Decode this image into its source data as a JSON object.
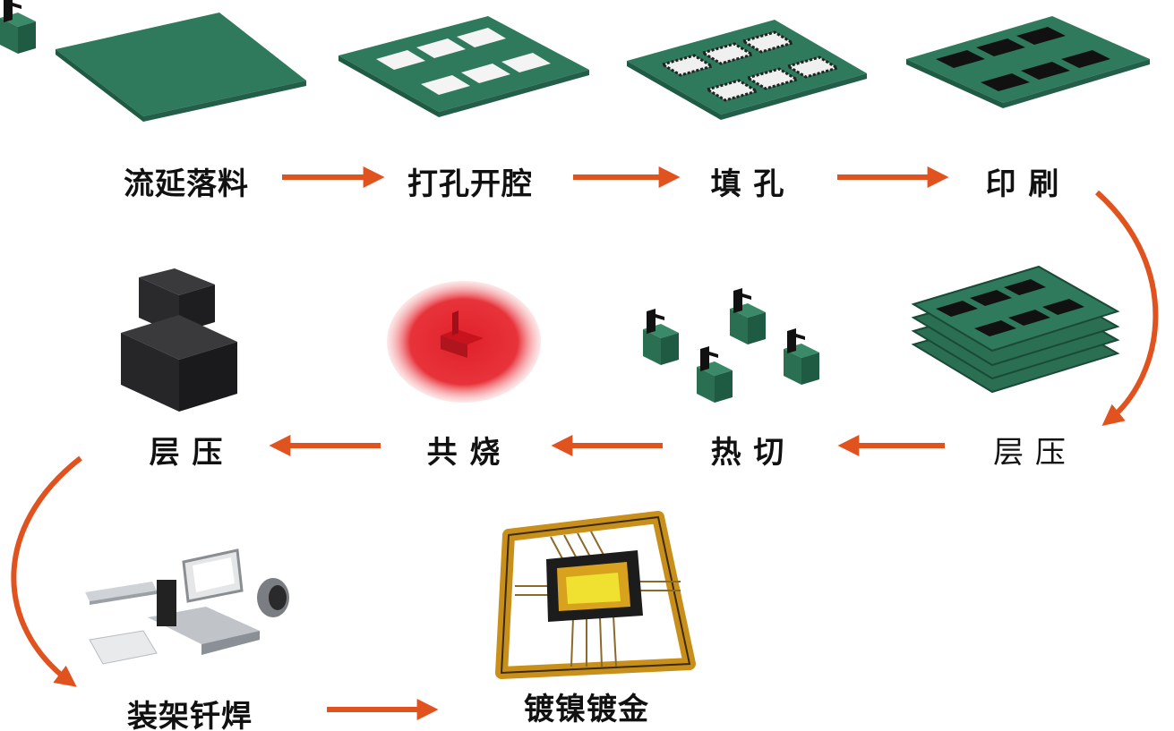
{
  "steps": {
    "s1": "流延落料",
    "s2": "打孔开腔",
    "s3": "填 孔",
    "s4": "印 刷",
    "s5": "层 压",
    "s6": "热 切",
    "s7": "共 烧",
    "s8": "层 压",
    "s9": "装架钎焊",
    "s10": "镀镍镀金"
  },
  "colors": {
    "arrow": "#e0531f",
    "ceramic": "#2f7a5c",
    "ceramic_dark": "#1f5a43",
    "fired": "#2a2a2c",
    "gold": "#d8a21e"
  }
}
